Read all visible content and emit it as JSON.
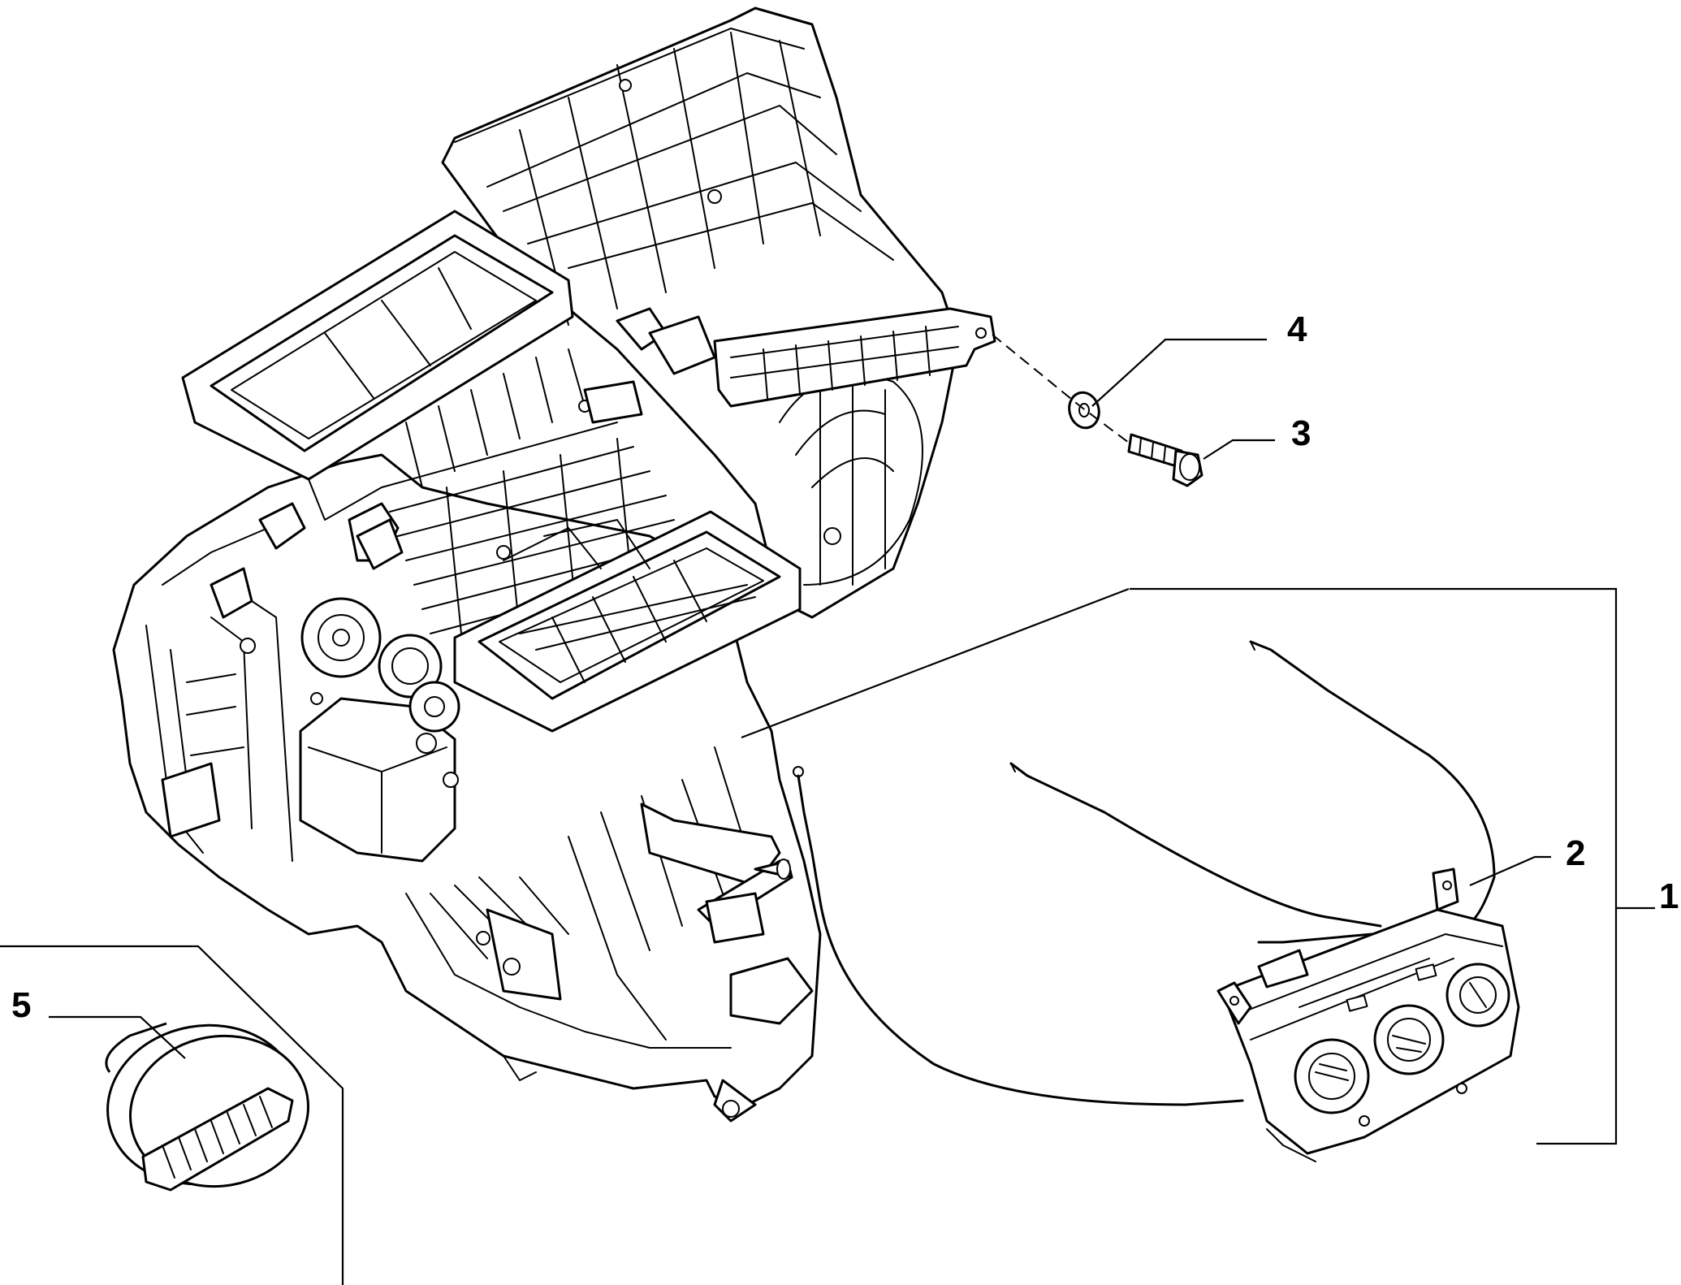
{
  "diagram": {
    "callouts": [
      {
        "id": "1",
        "label": "1"
      },
      {
        "id": "2",
        "label": "2"
      },
      {
        "id": "3",
        "label": "3"
      },
      {
        "id": "4",
        "label": "4"
      },
      {
        "id": "5",
        "label": "5"
      }
    ],
    "parts": [
      {
        "ref": "hvac-unit",
        "icon": "hvac-housing-icon"
      },
      {
        "ref": "control-panel",
        "icon": "climate-control-panel-icon"
      },
      {
        "ref": "control-cables",
        "icon": "bowden-cable-icon"
      },
      {
        "ref": "bolt",
        "icon": "bolt-icon"
      },
      {
        "ref": "washer",
        "icon": "washer-icon"
      },
      {
        "ref": "knob",
        "icon": "control-knob-icon"
      }
    ],
    "colors": {
      "line": "#000000",
      "background": "#ffffff"
    }
  }
}
